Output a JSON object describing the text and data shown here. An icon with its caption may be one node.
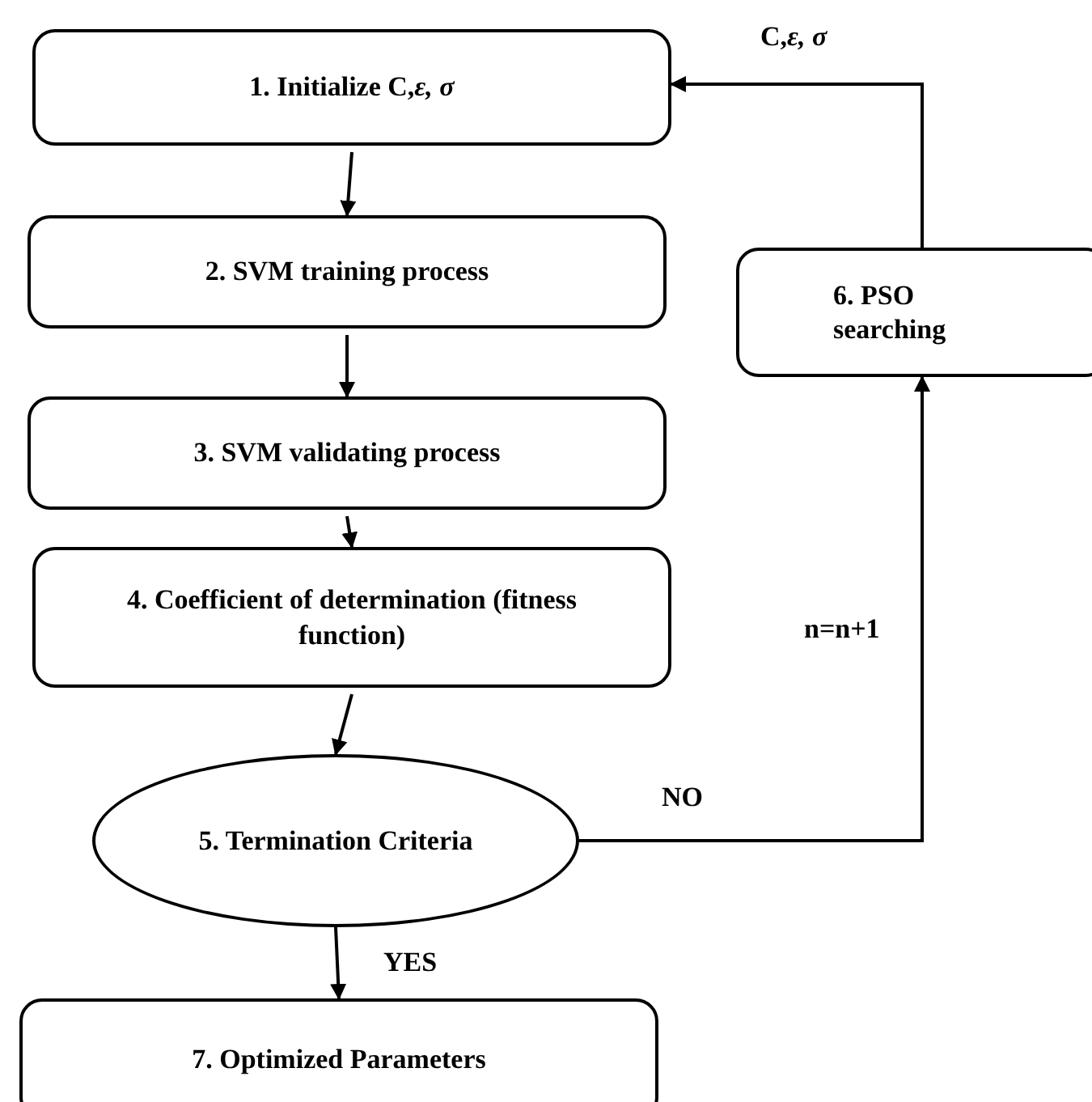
{
  "diagram": {
    "nodes": [
      {
        "text": [
          "1.   Initialize C,*ε, σ*"
        ]
      },
      {
        "text": [
          "2. SVM training process"
        ]
      },
      {
        "text": [
          "3. SVM validating process"
        ]
      },
      {
        "text": [
          "4. Coefficient of determination (fitness function)"
        ]
      },
      {
        "text": [
          "5. Termination Criteria"
        ]
      },
      {
        "text": [
          "6. PSO searching"
        ]
      },
      {
        "text": [
          "7. Optimized Parameters"
        ]
      }
    ],
    "edges": [
      {
        "from": 0,
        "to": 1,
        "arrow": "to"
      },
      {
        "from": 1,
        "to": 2,
        "arrow": "to"
      },
      {
        "from": 2,
        "to": 3,
        "arrow": "to"
      },
      {
        "from": 3,
        "to": 4,
        "arrow": "to"
      },
      {
        "from": 4,
        "to": 5,
        "arrow": "to",
        "label": "NO"
      },
      {
        "from": 5,
        "to": 0,
        "arrow": "to",
        "label": "C,*ε, σ*"
      },
      {
        "from": 4,
        "to": 6,
        "arrow": "to",
        "label": "YES"
      }
    ],
    "labels": [
      "n=n+1"
    ]
  }
}
